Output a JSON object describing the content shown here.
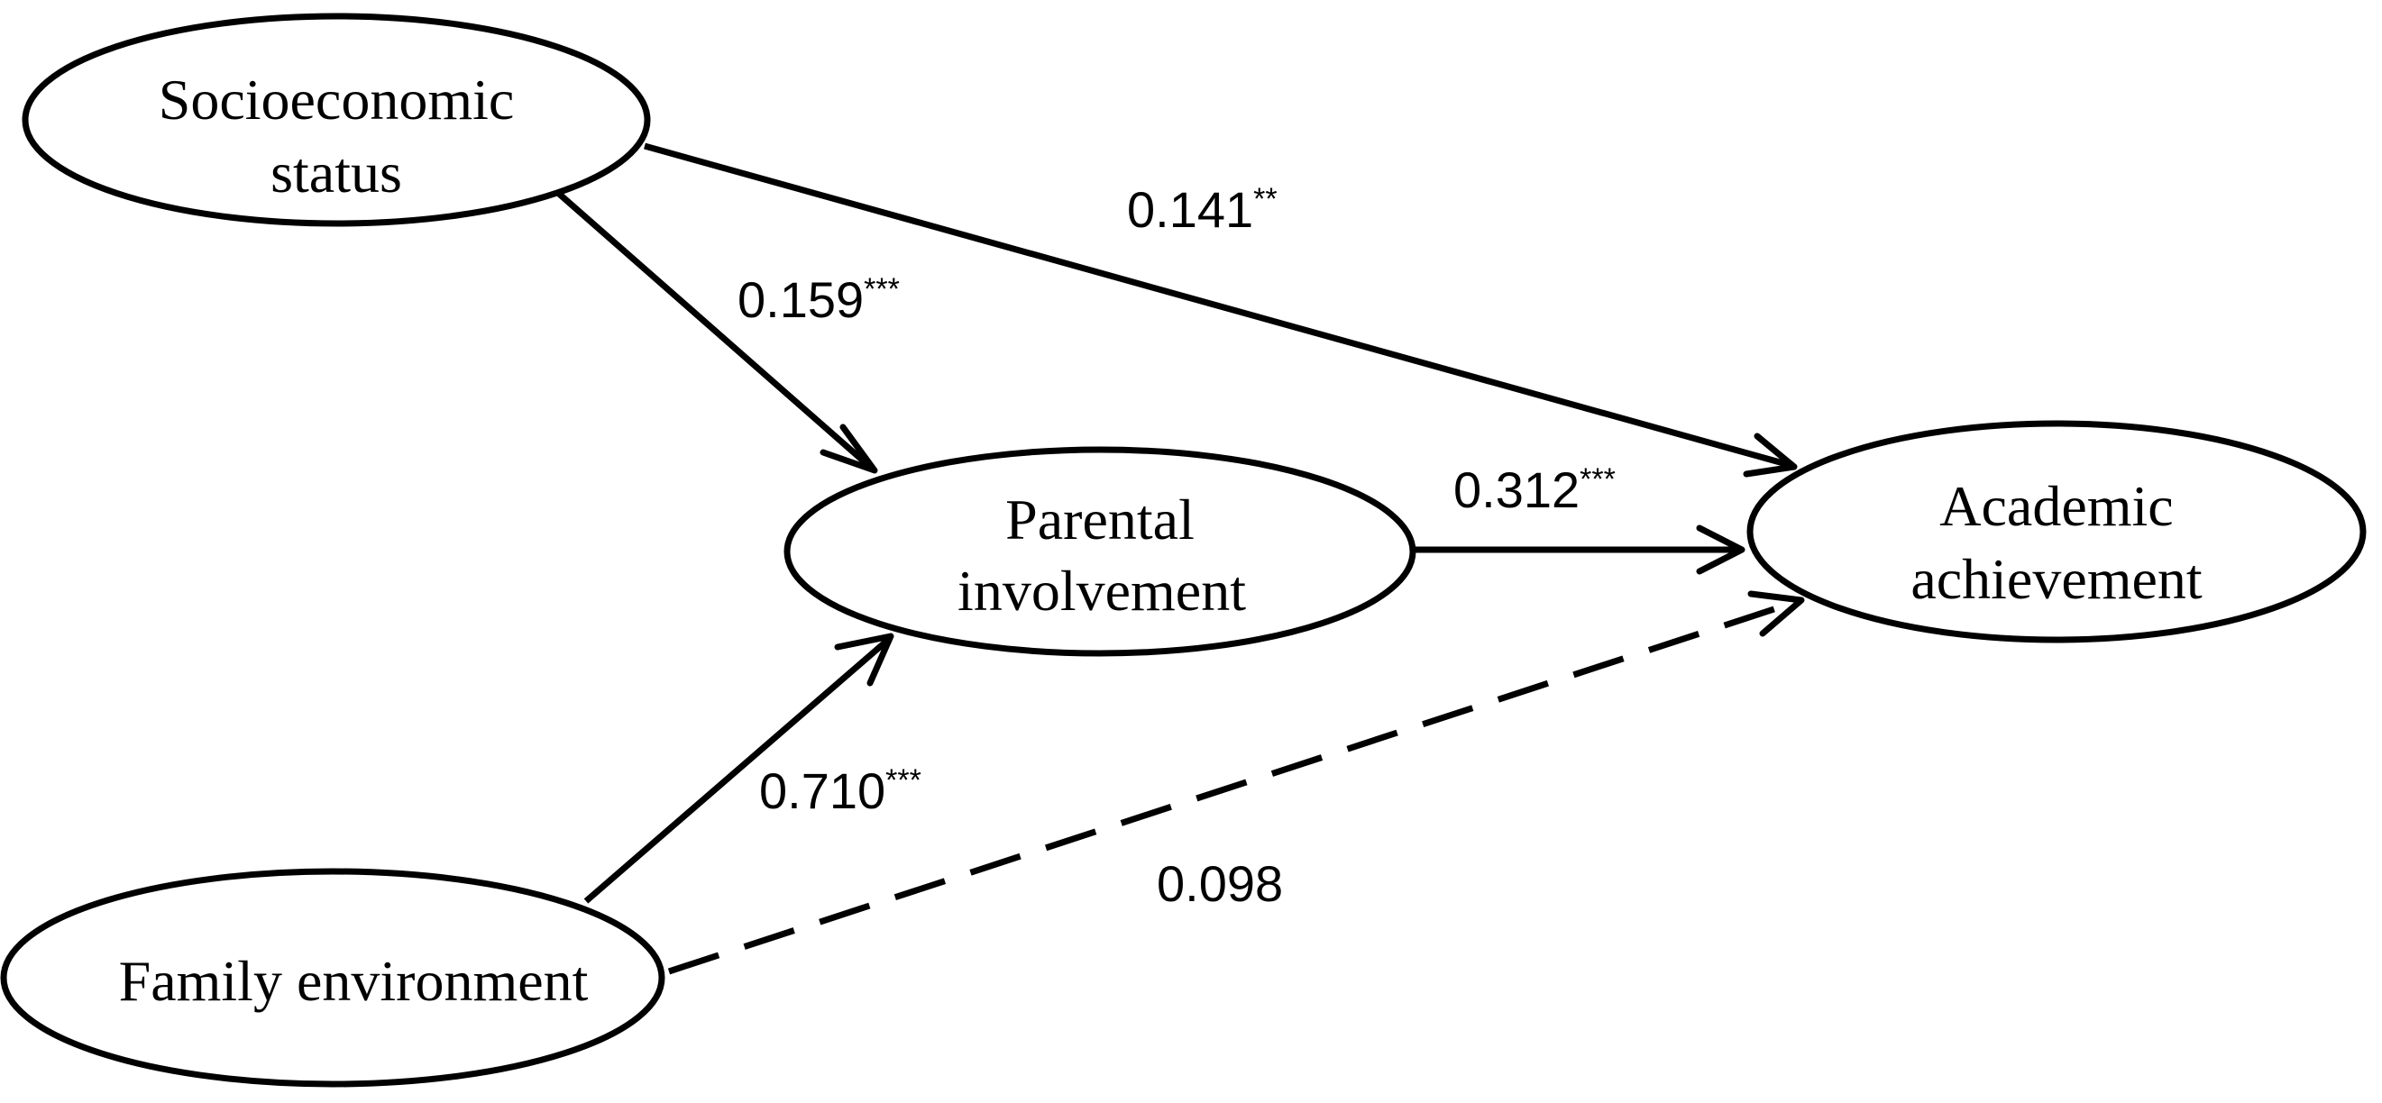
{
  "nodes": {
    "socioeconomic_status": {
      "lines": [
        "Socioeconomic",
        "status"
      ]
    },
    "parental_involvement": {
      "lines": [
        "Parental",
        "involvement"
      ]
    },
    "academic_achievement": {
      "lines": [
        "Academic",
        "achievement"
      ]
    },
    "family_environment": {
      "lines": [
        "Family environment"
      ]
    }
  },
  "paths": [
    {
      "from": "Socioeconomic status",
      "to": "Parental involvement",
      "coefficient": "0.159",
      "significance": "***",
      "line_style": "solid"
    },
    {
      "from": "Socioeconomic status",
      "to": "Academic achievement",
      "coefficient": "0.141",
      "significance": "**",
      "line_style": "solid"
    },
    {
      "from": "Parental involvement",
      "to": "Academic achievement",
      "coefficient": "0.312",
      "significance": "***",
      "line_style": "solid"
    },
    {
      "from": "Family environment",
      "to": "Parental involvement",
      "coefficient": "0.710",
      "significance": "***",
      "line_style": "solid"
    },
    {
      "from": "Family environment",
      "to": "Academic achievement",
      "coefficient": "0.098",
      "significance": "",
      "line_style": "dashed"
    }
  ]
}
